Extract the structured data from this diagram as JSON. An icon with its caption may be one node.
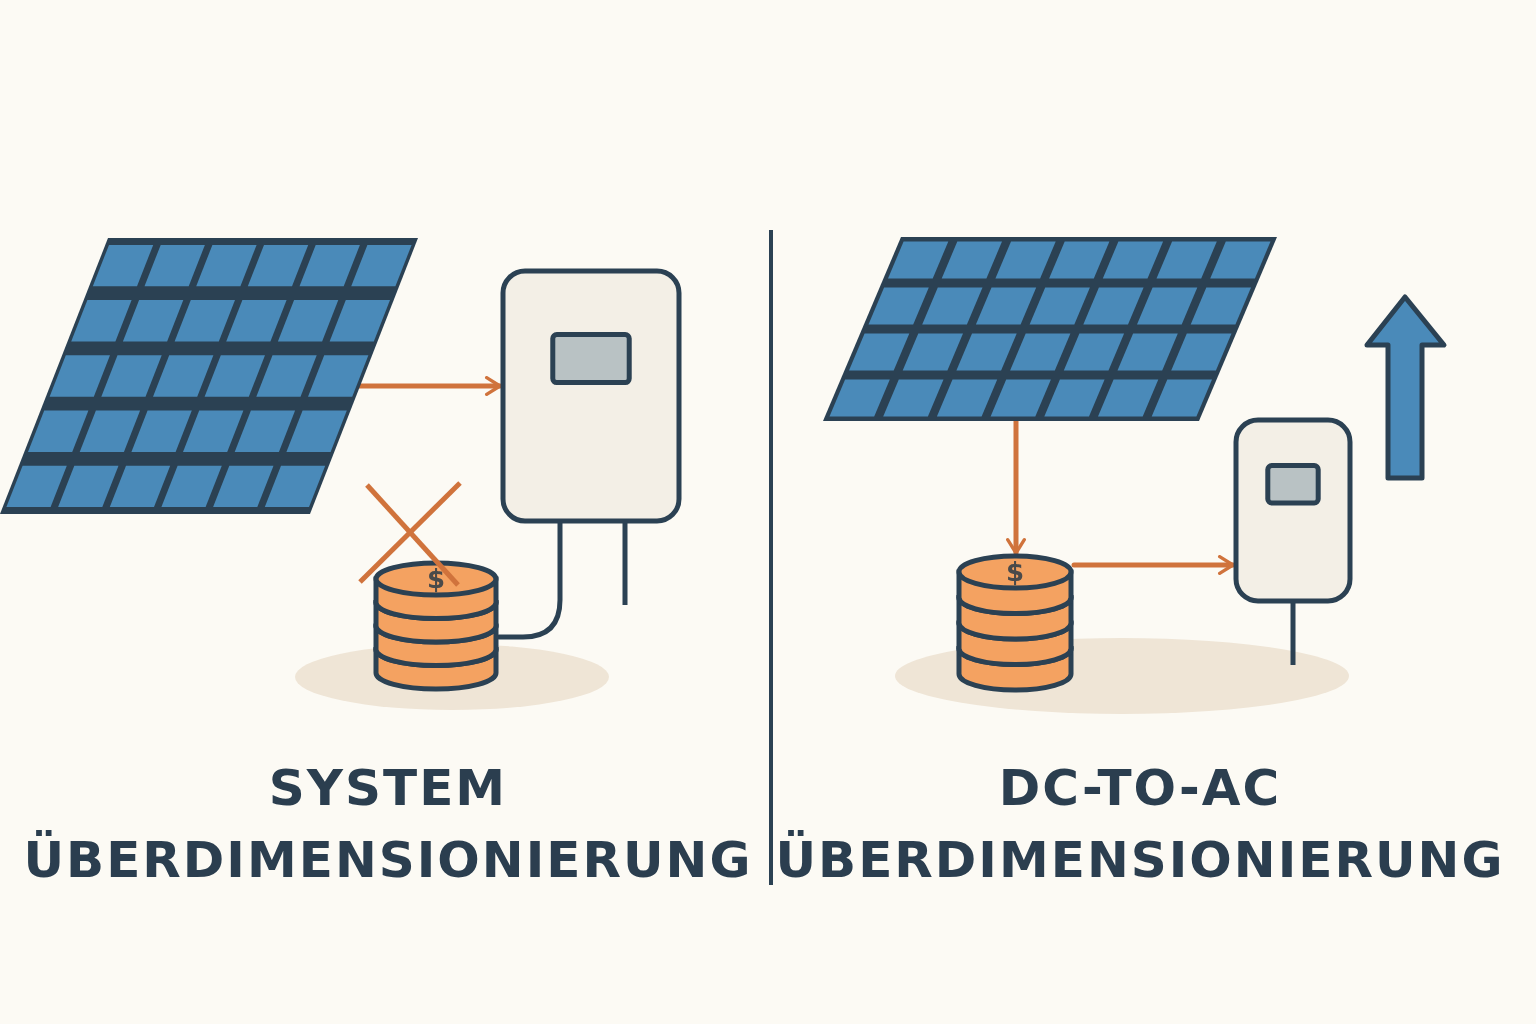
{
  "diagram": {
    "nodes": [
      {
        "text": [],
        "shape": "picture"
      },
      {
        "text": [],
        "shape": "picture"
      },
      {
        "text": [
          "$"
        ]
      },
      {
        "text": [],
        "shape": "picture"
      },
      {
        "text": [
          "$"
        ]
      },
      {
        "text": [],
        "shape": "picture"
      }
    ],
    "edges": [
      {
        "from": 0,
        "to": 1,
        "arrow": "to"
      },
      {
        "from": 1,
        "to": 2,
        "arrow": "none",
        "color": "#2b4153"
      },
      {
        "from": 3,
        "to": 4,
        "arrow": "to"
      },
      {
        "from": 4,
        "to": 5,
        "arrow": "to"
      }
    ],
    "labels": [
      "SYSTEM ÜBERDIMENSIONIERUNG",
      "DC-TO-AC ÜBERDIMENSIONIERUNG"
    ]
  }
}
